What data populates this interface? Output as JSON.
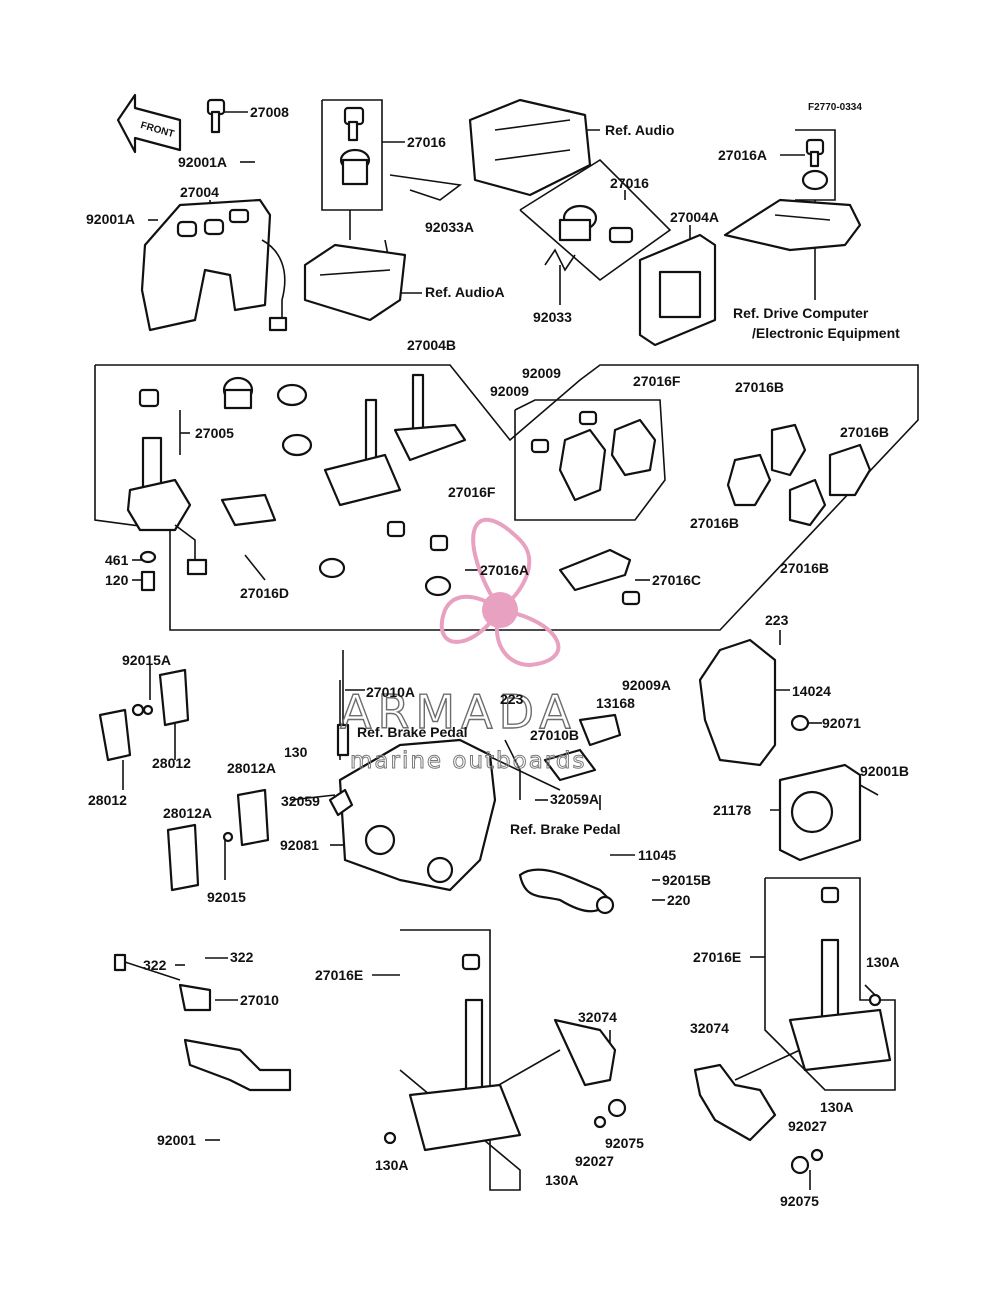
{
  "figure_code": "F2770-0334",
  "front_marker": "FRONT",
  "watermark": {
    "brand": "ARMADA",
    "tagline": "marine outboards",
    "accent": "#e8a1c0"
  },
  "labels": {
    "p27008": "27008",
    "p92001A_top": "92001A",
    "p27004": "27004",
    "p92001A_left": "92001A",
    "p27016_top": "27016",
    "p92033A": "92033A",
    "ref_audioA": "Ref. AudioA",
    "ref_audio": "Ref. Audio",
    "p27016_mid": "27016",
    "p27004A": "27004A",
    "p92033": "92033",
    "p27016A_top": "27016A",
    "ref_drive_1": "Ref. Drive Computer",
    "ref_drive_2": "/Electronic Equipment",
    "p27004B": "27004B",
    "p92009_a": "92009",
    "p92009_b": "92009",
    "p27016F_a": "27016F",
    "p27016F_b": "27016F",
    "p27016B_a": "27016B",
    "p27016B_b": "27016B",
    "p27016B_c": "27016B",
    "p27016B_d": "27016B",
    "p27005": "27005",
    "p461": "461",
    "p120": "120",
    "p27016D": "27016D",
    "p27016A_mid": "27016A",
    "p27016C": "27016C",
    "p223_a": "223",
    "p14024": "14024",
    "p92071": "92071",
    "p92015A": "92015A",
    "p28012_a": "28012",
    "p28012_b": "28012",
    "p27010A": "27010A",
    "ref_brake_1": "Ref. Brake Pedal",
    "p223_b": "223",
    "p13168": "13168",
    "p92009A": "92009A",
    "p130": "130",
    "p32059": "32059",
    "p28012A_a": "28012A",
    "p27010B": "27010B",
    "p32059A": "32059A",
    "ref_brake_2": "Ref. Brake Pedal",
    "p92001B": "92001B",
    "p21178": "21178",
    "p28012A_b": "28012A",
    "p92081": "92081",
    "p11045": "11045",
    "p92015B": "92015B",
    "p220": "220",
    "p92015": "92015",
    "p322_a": "322",
    "p322_b": "322",
    "p27010": "27010",
    "p92001": "92001",
    "p27016E_a": "27016E",
    "p32074_a": "32074",
    "p130A_a": "130A",
    "p130A_b": "130A",
    "p92027_a": "92027",
    "p92075_a": "92075",
    "p27016E_b": "27016E",
    "p130A_c": "130A",
    "p32074_b": "32074",
    "p130A_d": "130A",
    "p92027_b": "92027",
    "p92075_b": "92075"
  }
}
